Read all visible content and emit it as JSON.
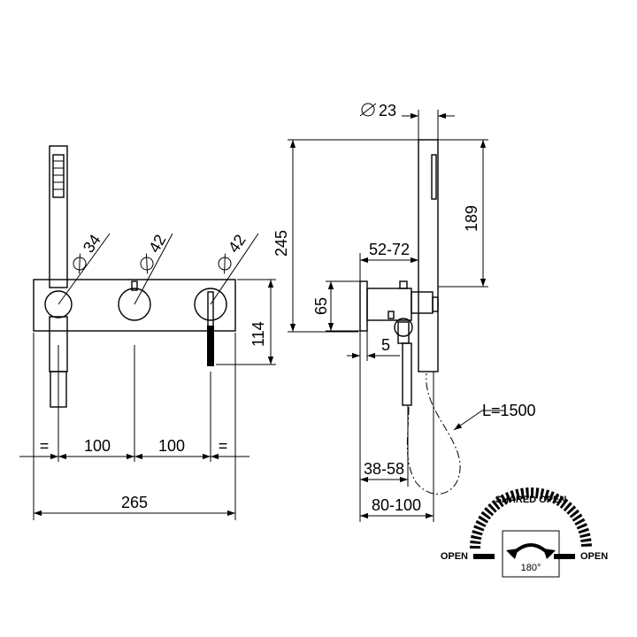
{
  "front_view": {
    "dia_hand_shower": "34",
    "dia_knob": "42",
    "dia_lever": "42",
    "dim_height": "114",
    "dim_spacing_left": "100",
    "dim_spacing_right": "100",
    "dim_equal_left": "=",
    "dim_equal_right": "=",
    "dim_total_width": "265"
  },
  "side_view": {
    "dia_handle": "23",
    "dim_total_height": "245",
    "dim_shower_height": "189",
    "dim_projection": "52-72",
    "dim_plate_height": "65",
    "dim_plate_gap": "5",
    "hose_length": "L=1500",
    "dim_depth_range": "38-58",
    "dim_total_depth": "80-100"
  },
  "lever_legend": {
    "shared_open": "SHARED OPEN",
    "open_left": "OPEN",
    "open_right": "OPEN",
    "rotation": "180°"
  },
  "colors": {
    "line": "#000000",
    "background": "#ffffff"
  }
}
